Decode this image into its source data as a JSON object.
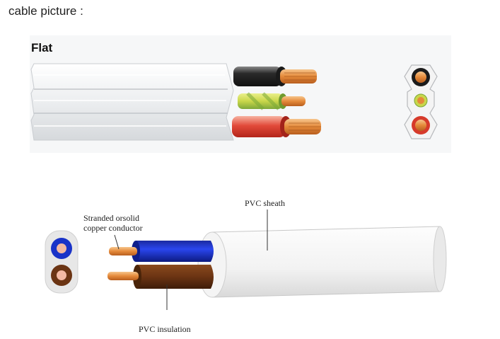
{
  "caption": "cable picture :",
  "flat_title": "Flat",
  "labels": {
    "sheath": "PVC   sheath",
    "conductor_line1": "Stranded orsolid",
    "conductor_line2": "copper conductor",
    "insulation": "PVC insulation"
  },
  "colors": {
    "sheath": "#f2f3f4",
    "black_core": "#2a2a2a",
    "yellow_green_core": "#c8d64a",
    "red_core": "#e24a3a",
    "copper": "#e58a3a",
    "blue_core": "#1a33c8",
    "brown_core": "#6b3413"
  }
}
